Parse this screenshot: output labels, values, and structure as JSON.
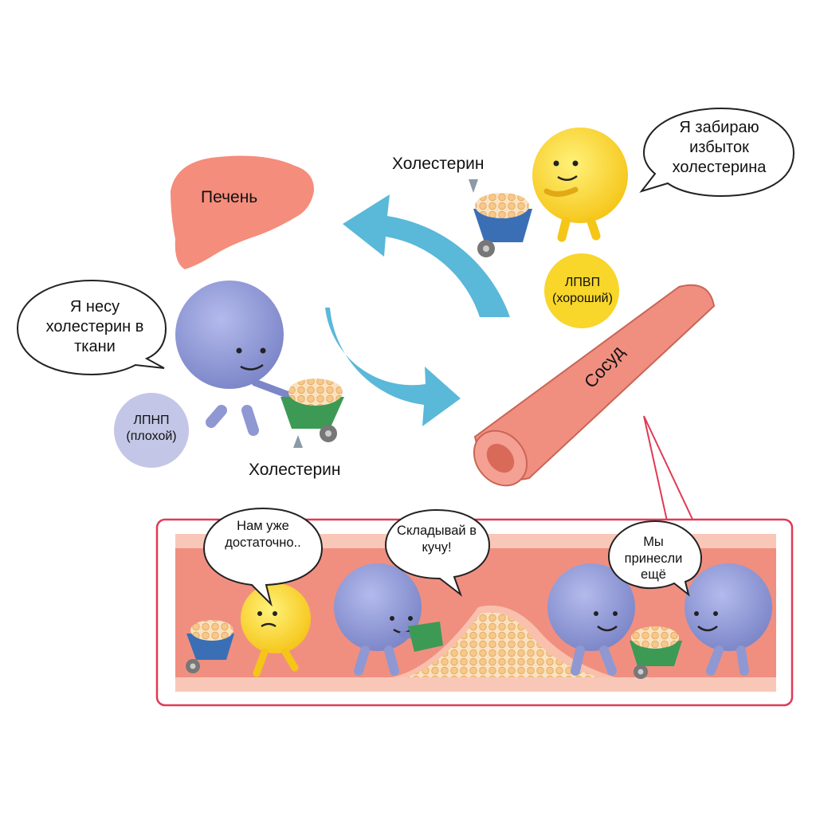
{
  "labels": {
    "liver": "Печень",
    "cholesterol_top": "Холестерин",
    "cholesterol_bottom": "Холестерин",
    "vessel": "Сосуд"
  },
  "bubbles": {
    "hdl_speech": "Я забираю избыток холестерина",
    "ldl_speech": "Я несу холестерин в ткани",
    "enough": "Нам уже достаточно..",
    "pile": "Складывай в кучу!",
    "more": "Мы принесли ещё"
  },
  "badges": {
    "hdl": "ЛПВП (хороший)",
    "ldl": "ЛПНП (плохой)"
  },
  "colors": {
    "liver": "#f48d7c",
    "arrow": "#5ab8d9",
    "hdl": "#f8d62a",
    "ldl": "#8f98d3",
    "ldl_badge": "#c3c6e6",
    "vessel": "#f08f80",
    "frame": "#e03a55",
    "cholesterol": "#f6c88a",
    "wheelbarrow_hdl": "#3a6fb6",
    "wheelbarrow_ldl": "#3c9a55"
  }
}
